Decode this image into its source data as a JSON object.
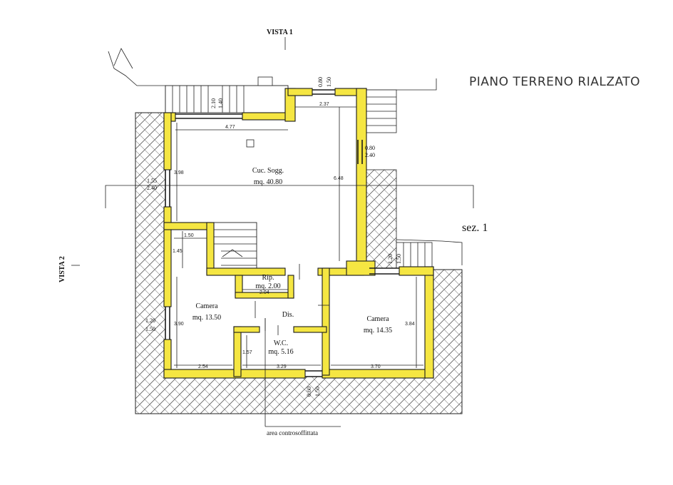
{
  "title_handwritten": "PIANO TERRENO RIALZATO",
  "views": {
    "vista1": "VISTA 1",
    "vista2": "VISTA 2"
  },
  "section_label": "sez. 1",
  "area_note": "area controsoffittata",
  "colors": {
    "wall_fill": "#f5e642",
    "ground_hatch": "#555555"
  },
  "rooms": [
    {
      "name": "Cuc. Sogg.",
      "area": "mq. 40.80"
    },
    {
      "name": "Rip.",
      "area": "mq. 2.00"
    },
    {
      "name": "Camera",
      "area": "mq. 13.50"
    },
    {
      "name": "Dis.",
      "area": ""
    },
    {
      "name": "Camera",
      "area": "mq. 14.35"
    },
    {
      "name": "W.C.",
      "area": "mq. 5.16"
    }
  ],
  "openings": {
    "top_window": [
      "0.80",
      "1.50"
    ],
    "top_left_window": [
      "2.10",
      "1.40"
    ],
    "right_window": [
      "0.80",
      "2.40"
    ],
    "left_window": [
      "1.55",
      "2.40"
    ],
    "left_lower_window": [
      "1.20",
      "1.50"
    ],
    "right_lower_window": [
      "1.20",
      "1.50"
    ],
    "bottom_window": [
      "0.60",
      "1.50"
    ]
  },
  "dimensions": {
    "d477": "4.77",
    "d237": "2.37",
    "d398": "3.98",
    "d648": "6.48",
    "d150": "1.50",
    "d145": "1.45",
    "d204": "2.04",
    "d390": "3.90",
    "d384": "3.84",
    "d157": "1.57",
    "d254": "2.54",
    "d329": "3.29",
    "d370": "3.70"
  }
}
